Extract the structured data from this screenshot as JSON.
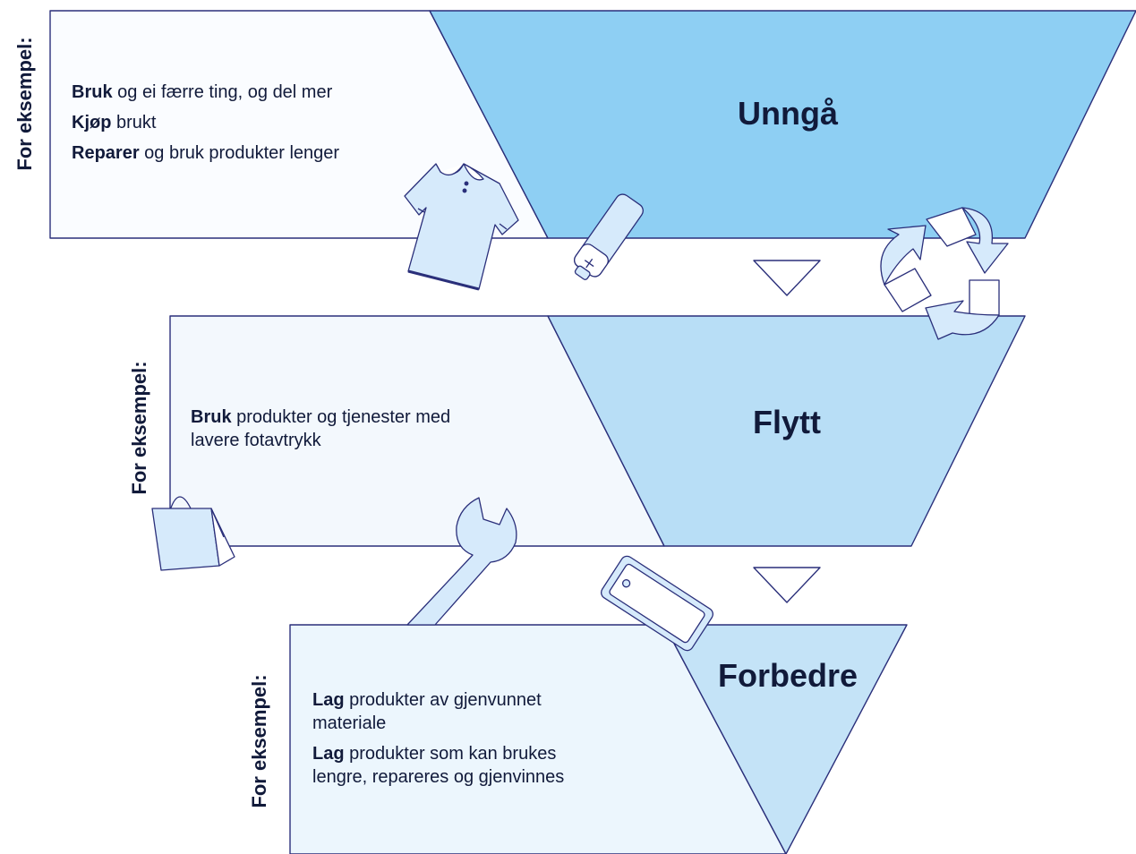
{
  "stages": [
    {
      "title": "Unngå",
      "side_label": "For eksempel:",
      "items": [
        {
          "bold": "Bruk",
          "rest": " og ei færre ting, og del mer"
        },
        {
          "bold": "Kjøp",
          "rest": " brukt"
        },
        {
          "bold": "Reparer",
          "rest": " og bruk produkter lenger"
        }
      ]
    },
    {
      "title": "Flytt",
      "side_label": "For eksempel:",
      "items": [
        {
          "bold": "Bruk",
          "rest": " produkter og tjenester med lavere fotavtrykk"
        }
      ]
    },
    {
      "title": "Forbedre",
      "side_label": "For eksempel:",
      "items": [
        {
          "bold": "Lag",
          "rest": " produkter av gjenvunnet materiale"
        },
        {
          "bold": "Lag",
          "rest": " produkter som kan brukes lengre, repareres og gjenvinnes"
        }
      ]
    }
  ],
  "icons": [
    "shirt-icon",
    "battery-icon",
    "recycle-icon",
    "shopping-bag-icon",
    "wrench-icon",
    "smartphone-icon"
  ],
  "colors": {
    "outline": "#2a2f7a",
    "stage1_fill": "#8ecff3",
    "stage2_fill": "#b8def6",
    "stage3_fill": "#c4e3f7",
    "box1_fill": "#fafcff",
    "box2_fill": "#f3f8fd",
    "box3_fill": "#ecf6fd",
    "icon_fill": "#d6eafb"
  }
}
